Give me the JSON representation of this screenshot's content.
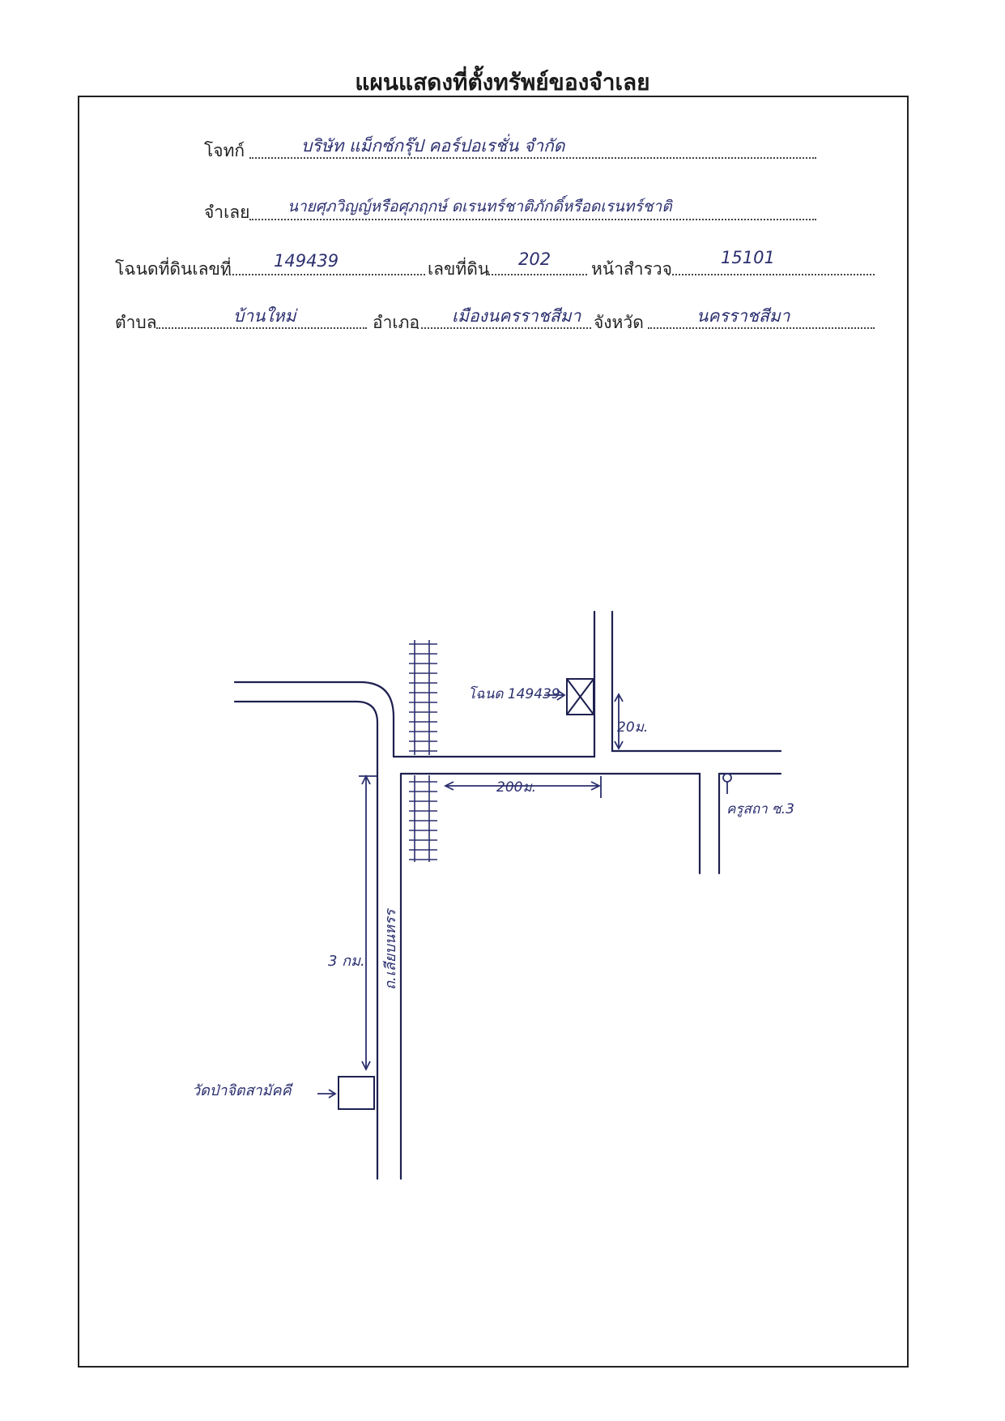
{
  "header": {
    "title": "แผนแสดงที่ตั้งทรัพย์ของจำเลย"
  },
  "form": {
    "plaintiff_label": "โจทก์",
    "plaintiff_value": "บริษัท แม็กซ์กรุ๊ป คอร์ปอเรชั่น จำกัด",
    "defendant_label": "จำเลย",
    "defendant_value": "นายศุภวิญญ์หรือศุภฤกษ์ ดเรนทร์ชาติภักดิ์หรือดเรนทร์ชาติ",
    "deed_label": "โฉนดที่ดินเลขที่",
    "deed_value": "149439",
    "land_no_label": "เลขที่ดิน",
    "land_no_value": "202",
    "survey_label": "หน้าสำรวจ",
    "survey_value": "15101",
    "subdistrict_label": "ตำบล",
    "subdistrict_value": "บ้านใหม่",
    "district_label": "อำเภอ",
    "district_value": "เมืองนครราชสีมา",
    "province_label": "จังหวัด",
    "province_value": "นครราชสีมา"
  },
  "map": {
    "deed_marker_label": "โฉนด 149439",
    "distance_20m": "20ม.",
    "distance_200m": "200ม.",
    "distance_3km": "3 กม.",
    "road_name": "ถ.เลียบนหรร",
    "temple_label": "วัดป่าจิตสามัคคี",
    "police_label": "ครูสถา ซ.3",
    "ink_color": "#2b2f6e"
  }
}
